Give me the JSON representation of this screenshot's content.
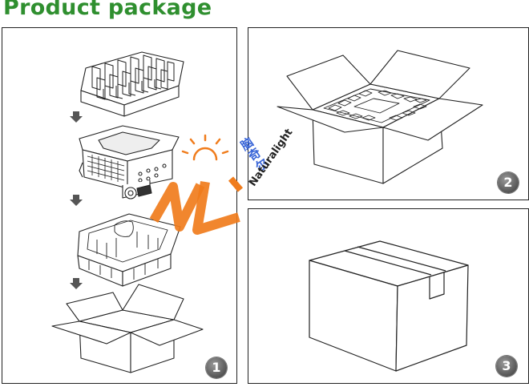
{
  "page": {
    "title": "Product package"
  },
  "panels": [
    {
      "step_label": "1"
    },
    {
      "step_label": "2"
    },
    {
      "step_label": "3"
    }
  ],
  "watermark": {
    "brand_cn": "脑奇尔",
    "brand_en": "Naturalight",
    "logo": "NL-sun-logo",
    "colors": {
      "orange": "#f07c1c",
      "blue": "#3a66d8"
    }
  },
  "colors": {
    "title": "#2f8f2f",
    "line": "#222222",
    "badge": "#5a5a5a"
  },
  "icons": [
    "arrow-down-icon",
    "foam-insert-icon",
    "floodlight-fixture-icon",
    "molded-tray-icon",
    "open-carton-icon",
    "sealed-carton-icon"
  ]
}
